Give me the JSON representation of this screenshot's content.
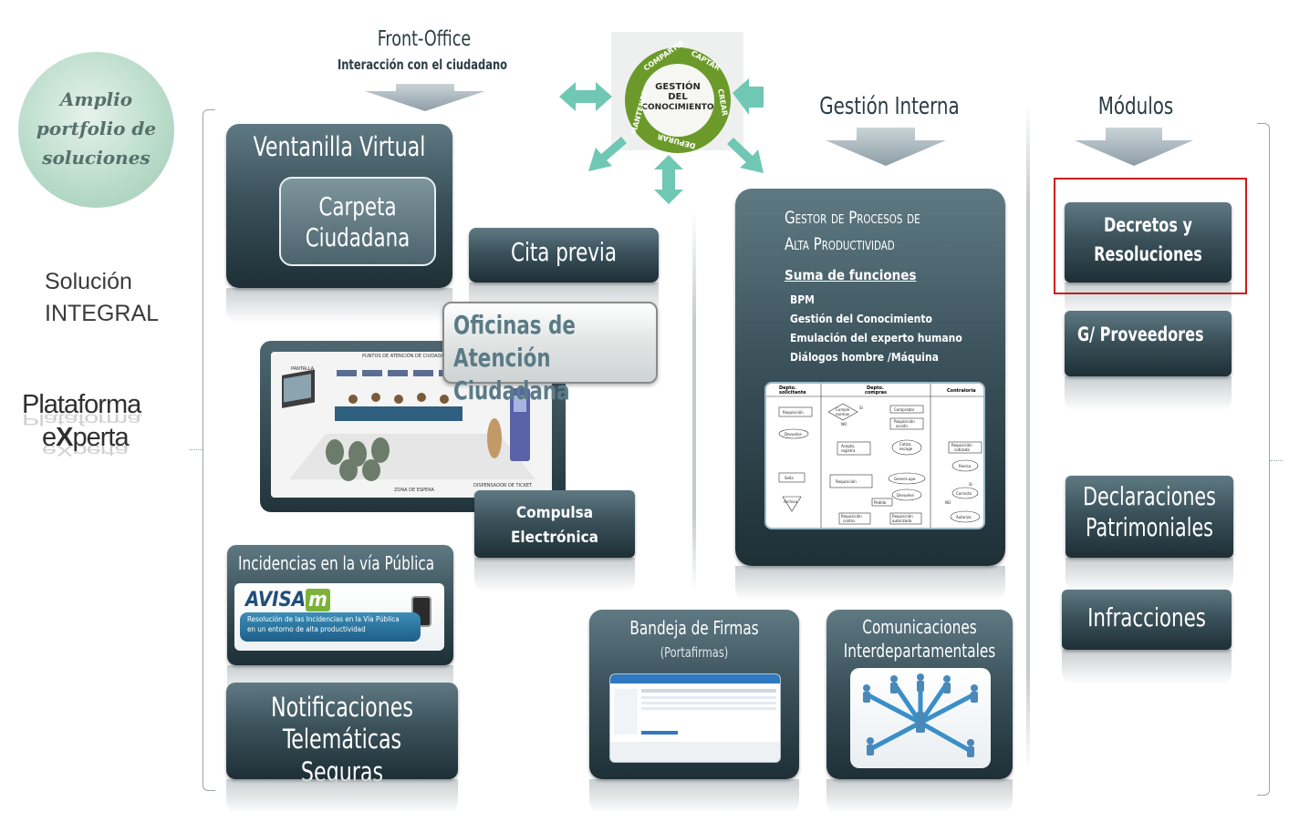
{
  "left": {
    "circle_text": "Amplio\nportfolio de\nsoluciones",
    "solucion_line1": "Solución",
    "solucion_line2": "INTEGRAL",
    "plataforma_line1": "Plataforma",
    "plataforma_line2_prefix": "e",
    "plataforma_line2_x": "X",
    "plataforma_line2_suffix": "perta"
  },
  "front_office": {
    "title": "Front-Office",
    "subtitle": "Interacción con el ciudadano"
  },
  "knowledge_wheel": {
    "center": "GESTIÓN\nDEL\nCONOCIMIENTO",
    "ring": [
      "COMPARTIR",
      "CAPTAR",
      "CREAR",
      "DEPURAR",
      "MANTENER"
    ]
  },
  "gestion_interna": {
    "title": "Gestión Interna"
  },
  "modulos": {
    "title": "Módulos"
  },
  "front_boxes": {
    "ventanilla": "Ventanilla Virtual",
    "carpeta": "Carpeta\nCiudadana",
    "cita": "Cita previa",
    "oficinas": "Oficinas de Atención\nCiudadana",
    "compulsa": "Compulsa\nElectrónica",
    "incidencias": "Incidencias en la vía Pública",
    "notificaciones": "Notificaciones\nTelemáticas Seguras"
  },
  "avisam": {
    "logo": "AVISA",
    "logo_m": "m",
    "caption": "Resolución de las Incidencias en la Vía Pública\nen un entorno de alta productividad"
  },
  "office_scene": {
    "header": "PUNTOS DE ATENCIÓN DE CIUDADANO",
    "pantalla": "PANTALLA",
    "espera": "ZONA DE ESPERA",
    "dispensador": "DISPENSADOR DE TICKET"
  },
  "gestor": {
    "title_line1": "Gestor  de Procesos de",
    "title_line2": "Alta Productividad",
    "suma": "Suma de funciones",
    "items": [
      "BPM",
      "Gestión del Conocimiento",
      "Emulación del experto humano",
      "Diálogos hombre /Máquina"
    ]
  },
  "flow": {
    "lanes": [
      "Depto. solicitante",
      "Depto. compras",
      "Contraloría"
    ],
    "nodes": [
      "Requisición",
      "Cumple normas",
      "Devuelve",
      "Compradar",
      "Requisición acción",
      "Acepta, registra",
      "Cotiza, escoge",
      "Requisición cotizada",
      "Revisa",
      "Sella",
      "Archiva",
      "Requisición",
      "Genera ope.",
      "Devuelve",
      "Correcto",
      "Pedido",
      "Requisición contro.",
      "Requisición autorizada",
      "Autoriza"
    ],
    "labels": [
      "NO",
      "SI",
      "NO",
      "SI"
    ]
  },
  "bandeja": {
    "title": "Bandeja de Firmas",
    "subtitle": "(Portafirmas)"
  },
  "comunicaciones": {
    "title": "Comunicaciones\nInterdepartamentales"
  },
  "modules": [
    {
      "label": "Decretos y\nResoluciones",
      "highlighted": true
    },
    {
      "label": "G/ Proveedores",
      "highlighted": false
    },
    {
      "label": "Declaraciones\nPatrimoniales",
      "highlighted": false
    },
    {
      "label": "Infracciones",
      "highlighted": false
    }
  ],
  "colors": {
    "box_top": "#5f7983",
    "box_bottom": "#1e2f36",
    "arrow_teal": "#6fc7b4",
    "highlight_red": "#d11a1a",
    "wheel_green": "#6b9a2a"
  }
}
